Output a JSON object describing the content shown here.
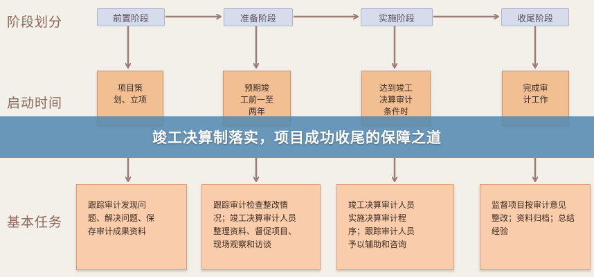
{
  "rows": {
    "phase_division": "阶段划分",
    "kickoff_time": "启动时间",
    "basic_tasks": "基本任务"
  },
  "phases": [
    {
      "name": "前置阶段",
      "start": "项目策\n划、立项",
      "task": "跟踪审计发现问\n题、解决问题、保\n存审计成果资料"
    },
    {
      "name": "准备阶段",
      "start": "预期竣\n工前一至\n两年",
      "task": "跟踪审计检查整改情\n况；竣工决算审计人员\n整理资料、督促项目、\n现场观察和访谈"
    },
    {
      "name": "实施阶段",
      "start": "达到竣工\n决算审计\n条件时",
      "task": "竣工决算审计人员\n实施决算审计程\n序；跟踪审计人员\n予以辅助和咨询"
    },
    {
      "name": "收尾阶段",
      "start": "完成审\n计工作",
      "task": "监督项目按审计意见\n整改；资料归档；总结\n经验"
    }
  ],
  "banner": {
    "title": "竣工决算制落实，项目成功收尾的保障之道"
  },
  "colors": {
    "arrow": "#9a7d74",
    "phase_fill": "#d6dcec",
    "start_fill": "#f2bf93",
    "task_fill": "#f9ccab",
    "banner": "#548bb2"
  }
}
